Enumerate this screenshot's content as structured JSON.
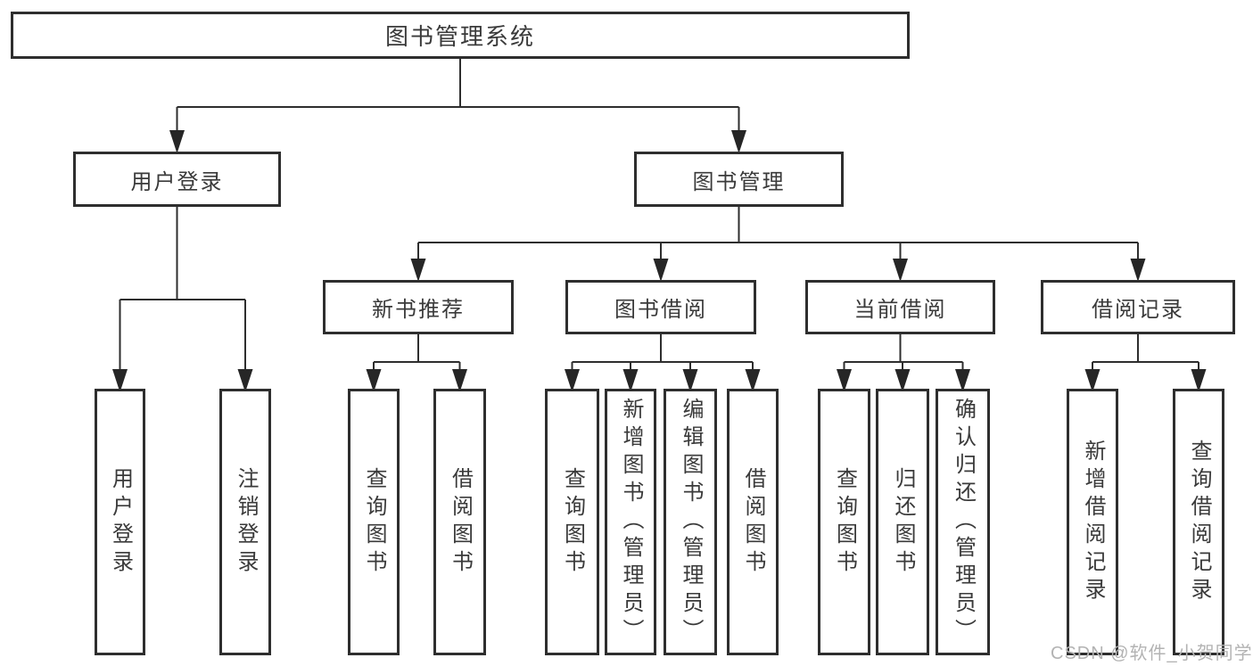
{
  "tree": {
    "root": {
      "label": "图书管理系统",
      "children": [
        {
          "label": "用户登录",
          "children": [
            {
              "label": "用户登录"
            },
            {
              "label": "注销登录"
            }
          ]
        },
        {
          "label": "图书管理",
          "children": [
            {
              "label": "新书推荐",
              "children": [
                {
                  "label": "查询图书"
                },
                {
                  "label": "借阅图书"
                }
              ]
            },
            {
              "label": "图书借阅",
              "children": [
                {
                  "label": "查询图书"
                },
                {
                  "label": "新增图书（管理员）"
                },
                {
                  "label": "编辑图书（管理员）"
                },
                {
                  "label": "借阅图书"
                }
              ]
            },
            {
              "label": "当前借阅",
              "children": [
                {
                  "label": "查询图书"
                },
                {
                  "label": "归还图书"
                },
                {
                  "label": "确认归还（管理员）"
                }
              ]
            },
            {
              "label": "借阅记录",
              "children": [
                {
                  "label": "新增借阅记录"
                },
                {
                  "label": "查询借阅记录"
                }
              ]
            }
          ]
        }
      ]
    }
  },
  "watermark": "CSDN @软件_小贺同学",
  "colors": {
    "line": "#2e2e2e",
    "arrow": "#262626",
    "text": "#3a3a3a",
    "watermark": "#b3b3b3"
  }
}
